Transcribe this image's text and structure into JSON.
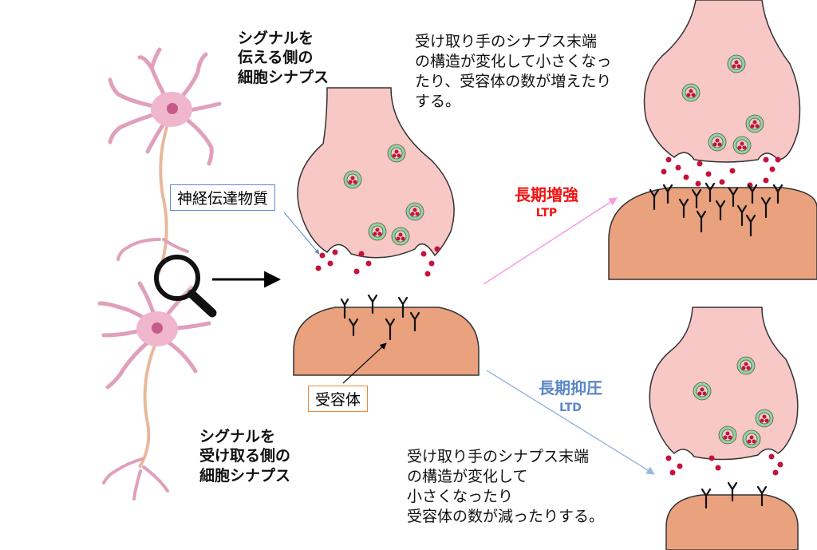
{
  "labels": {
    "sender_title": [
      "シグナルを",
      "伝える側の",
      "細胞シナプス"
    ],
    "receiver_title": [
      "シグナルを",
      "受け取る側の",
      "細胞シナプス"
    ],
    "neurotransmitter": "神経伝達物質",
    "receptor": "受容体",
    "ltp_title": "長期増強",
    "ltp_abbr": "LTP",
    "ltd_title": "長期抑圧",
    "ltd_abbr": "LTD",
    "ltp_note": [
      "受け取り手のシナプス末端",
      "の構造が変化して小さくなっ",
      "たり、受容体の数が増えたり",
      "する。"
    ],
    "ltd_note": [
      "受け取り手のシナプス末端",
      "の構造が変化して",
      "小さくなったり",
      "受容体の数が減ったりする。"
    ]
  },
  "colors": {
    "presynaptic": "#f8c8c6",
    "postsynaptic": "#e9a17e",
    "vesicle": "#93d59a",
    "transmitter": "#c5123b",
    "neuron": "#f0b6cc",
    "ltp_accent": "#f21313",
    "ltp_arrow": "#f79ce0",
    "ltd_accent": "#5b86c6",
    "ltd_arrow": "#9db7e0"
  },
  "icons": [
    "neuron-icon",
    "magnifier-icon",
    "receptor-icon"
  ]
}
